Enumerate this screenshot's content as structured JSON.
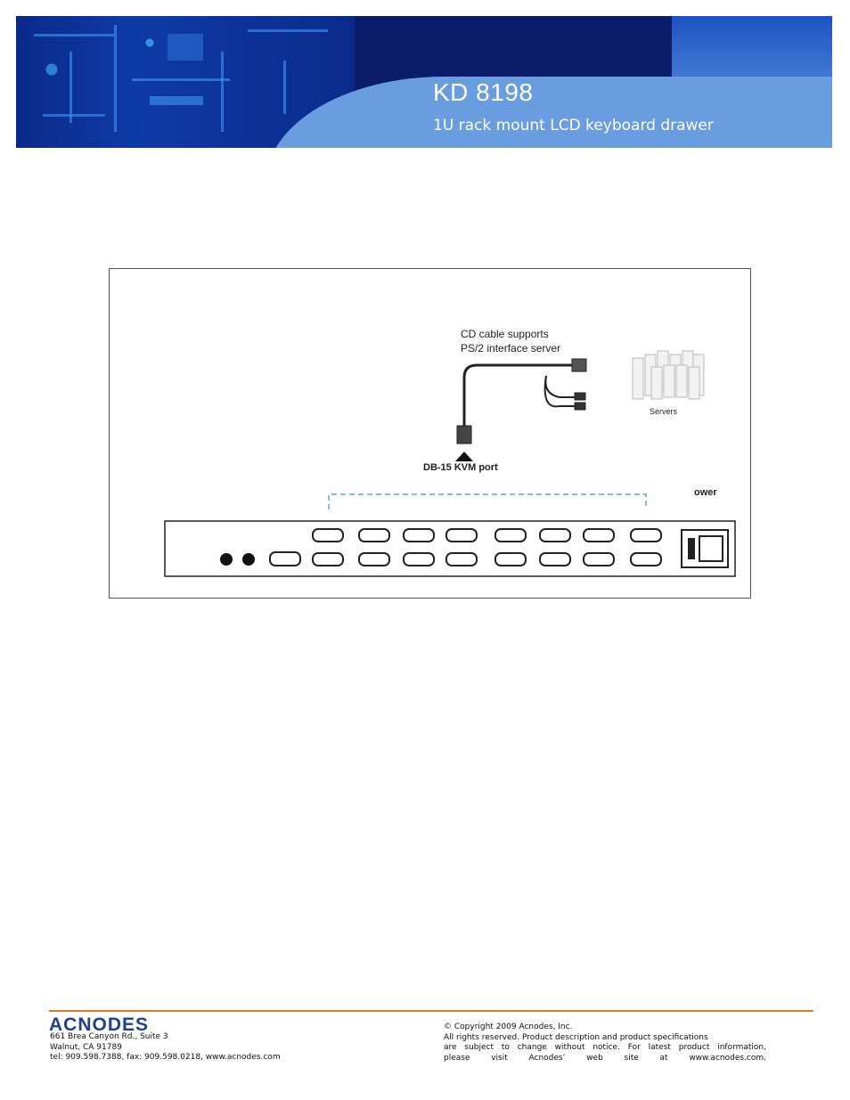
{
  "header": {
    "model": "KD 8198",
    "subtitle": "1U rack mount LCD keyboard drawer"
  },
  "diagram": {
    "cable_label_line1": "CD cable supports",
    "cable_label_line2": "PS/2 interface server",
    "servers_label": "Servers",
    "port_label": "DB-15 KVM port",
    "power_label": "ower",
    "colors": {
      "dash": "#3a8fd0",
      "stroke": "#222222"
    }
  },
  "footer": {
    "logo": "ACNODES",
    "address_line1": "661 Brea Canyon Rd., Suite 3",
    "address_line2": "Walnut, CA 91789",
    "contact": "tel: 909.598.7388, fax: 909.598.0218, www.acnodes.com",
    "copyright": "© Copyright 2009 Acnodes, Inc.",
    "rights": "All rights reserved. Product description and product specifications",
    "notice": "are subject to change without notice. For latest product information,",
    "visit": "please visit Acnodes’ web site at www.acnodes.com."
  }
}
